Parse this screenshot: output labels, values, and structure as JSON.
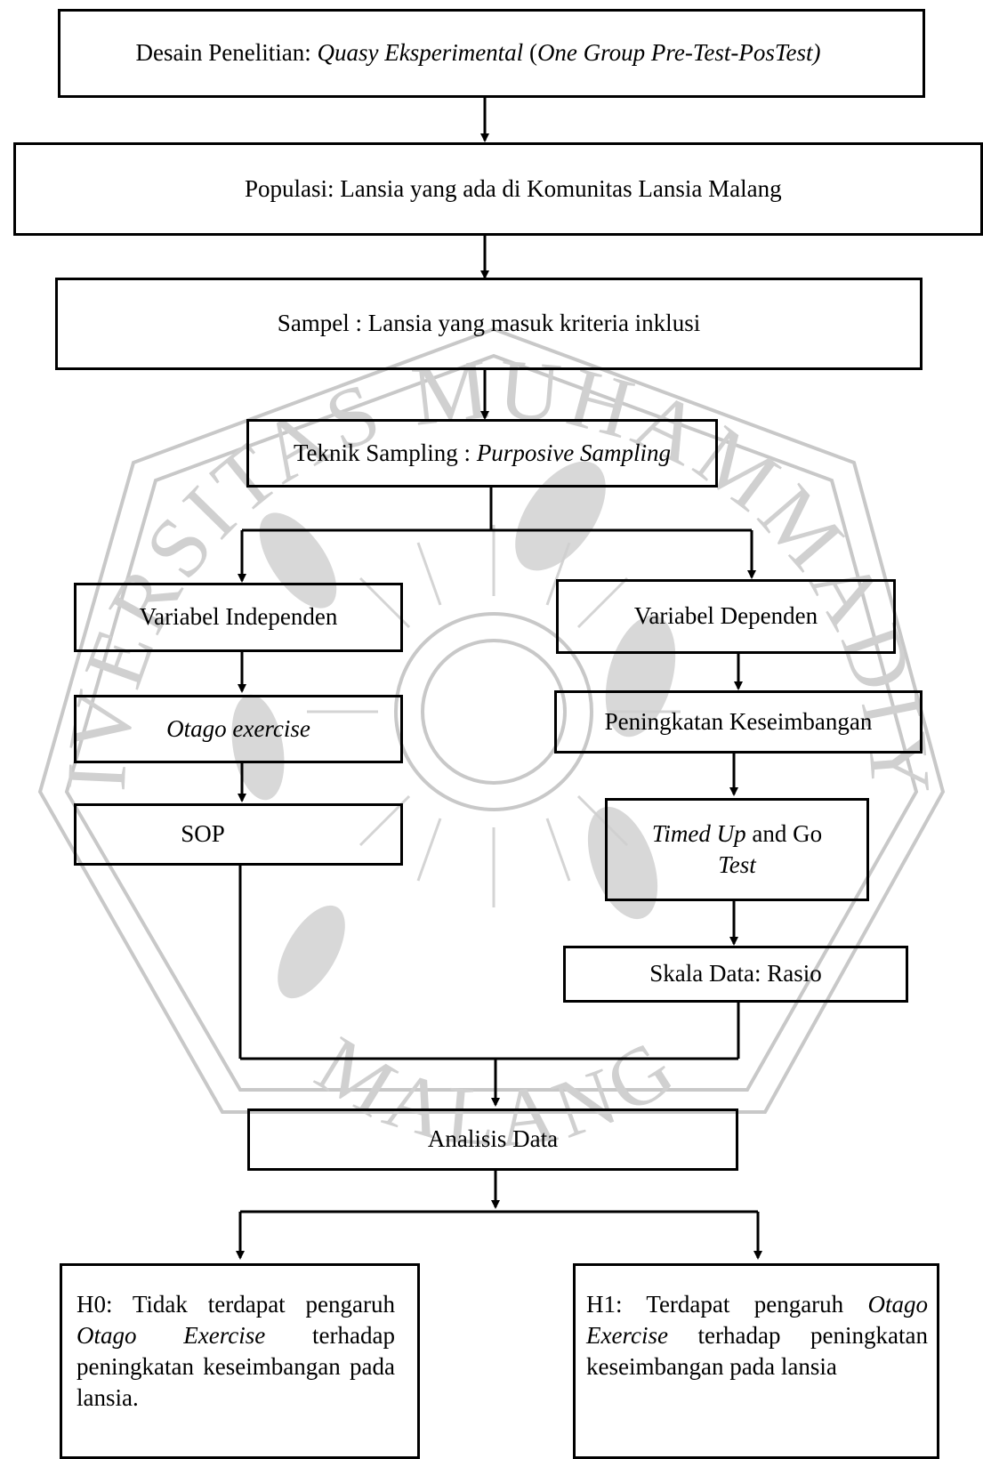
{
  "watermark": {
    "text_top": "UNIVERSITAS MUHAMMADIYAH",
    "text_bottom": "MALANG"
  },
  "design": {
    "prefix": "Desain Penelitian: ",
    "title_italic": "Quasy Eksperimental",
    "paren_open": " (",
    "subtitle_italic": "One Group Pre-Test-PosTest)"
  },
  "population": "Populasi: Lansia yang ada di Komunitas Lansia Malang",
  "sample": "Sampel : Lansia yang masuk kriteria inklusi",
  "sampling": {
    "prefix": "Teknik Sampling : ",
    "method_italic": "Purposive Sampling"
  },
  "independent": {
    "label": "Variabel Independen",
    "intervention": "Otago exercise",
    "sop": "SOP"
  },
  "dependent": {
    "label": "Variabel Dependen",
    "outcome": "Peningkatan Keseimbangan",
    "test_italic_1": "Timed Up",
    "test_mid": " and Go",
    "test_italic_2": "Test",
    "scale": "Skala Data: Rasio"
  },
  "analysis": "Analisis Data",
  "h0": {
    "prefix": "H0: Tidak terdapat pengaruh ",
    "italic": "Otago Exercise",
    "suffix": " terhadap peningkatan keseimbangan pada lansia."
  },
  "h1": {
    "prefix": "H1: Terdapat pengaruh ",
    "italic": "Otago Exercise",
    "suffix": " terhadap peningkatan keseimbangan pada lansia"
  }
}
